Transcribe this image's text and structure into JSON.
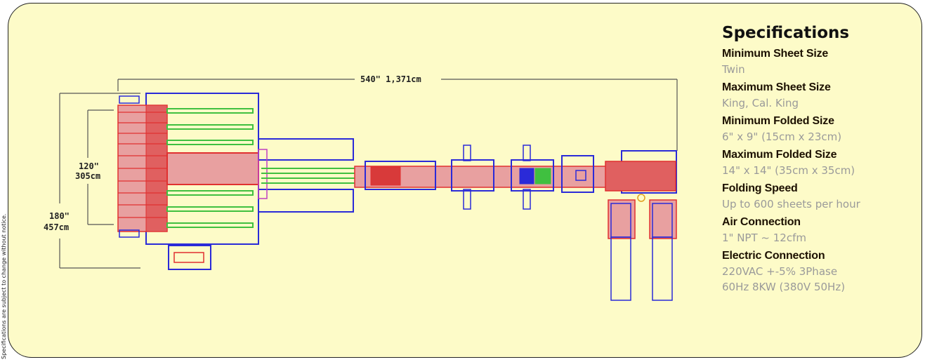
{
  "side_note": "Specifications are subject to change without notice.",
  "dimensions": {
    "overall_length": "540\"  1,371cm",
    "width_inner_in": "120\"",
    "width_inner_cm": "305cm",
    "width_outer_in": "180\"",
    "width_outer_cm": "457cm"
  },
  "specs": {
    "title": "Specifications",
    "items": [
      {
        "label": "Minimum Sheet Size",
        "value": "Twin"
      },
      {
        "label": "Maximum Sheet Size",
        "value": "King, Cal. King"
      },
      {
        "label": "Minimum Folded Size",
        "value": "6\" x 9\"  (15cm x 23cm)"
      },
      {
        "label": "Maximum Folded Size",
        "value": "14\" x 14\"  (35cm x 35cm)"
      },
      {
        "label": "Folding Speed",
        "value": "Up to 600 sheets per hour"
      },
      {
        "label": "Air Connection",
        "value": "1\" NPT ~ 12cfm"
      },
      {
        "label": "Electric Connection",
        "value": "220VAC +-5%  3Phase",
        "value2": "60Hz  8KW (380V  50Hz)"
      }
    ]
  },
  "colors": {
    "panel_bg": "#fdfbc8",
    "outline_blue": "#2a2ad8",
    "machine_red": "#e03030",
    "machine_pink": "#e8a0a0",
    "roller_green": "#40c040"
  }
}
